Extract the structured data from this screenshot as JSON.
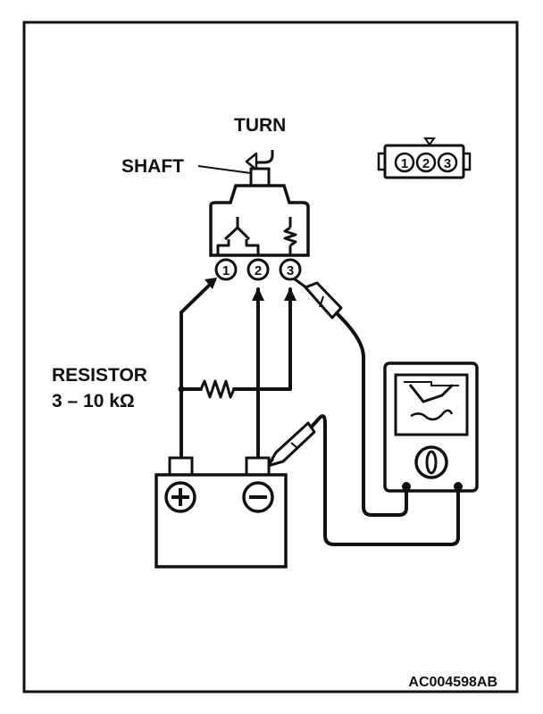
{
  "labels": {
    "turn": "TURN",
    "shaft": "SHAFT",
    "resistor_line1": "RESISTOR",
    "resistor_line2": "3 – 10 kΩ",
    "figure_code": "AC004598AB"
  },
  "connector_pins": [
    "1",
    "2",
    "3"
  ],
  "sensor_terminals": [
    "1",
    "2",
    "3"
  ],
  "battery_terminals": {
    "positive": "+",
    "negative": "−"
  }
}
